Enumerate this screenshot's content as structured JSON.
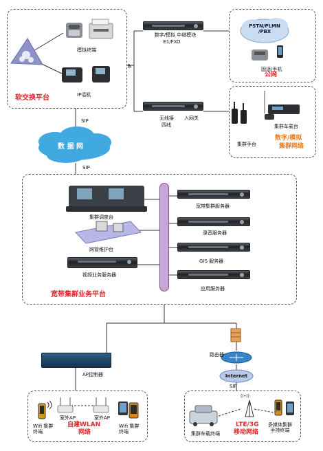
{
  "top": {
    "softswitch_title": "软交换平台",
    "analog_terminal": "模拟终端",
    "ip_phone": "IP话机",
    "ip_label": "IP",
    "trunk_module_line1": "数字/模拟 中继模块",
    "trunk_module_line2": "E1/FXO",
    "wireless_gateway_line1": "无线接",
    "wireless_gateway_line1b": "入网关",
    "wireless_gateway_line2": "四线",
    "pstn_cloud": "PSTN/PLMN\n/PBX",
    "phone_mobile": "固话/手机",
    "public_network": "公网",
    "trunk_vehicle": "集群车载台",
    "trunk_handset": "集群手台",
    "digital_analog_trunk_network_1": "数字/模拟",
    "digital_analog_trunk_network_2": "集群网络"
  },
  "middle": {
    "sip_top": "SIP",
    "data_network": "数 据 网",
    "sip_bottom": "SIP"
  },
  "platform": {
    "dispatch_console": "集群调度台",
    "nms_console": "网管维护台",
    "video_server": "视频业务服务器",
    "broadband_server": "宽带集群服务器",
    "recording_server": "录音服务器",
    "gis_server": "GIS 服务器",
    "app_server": "应用服务器",
    "title": "宽带集群业务平台"
  },
  "bottom": {
    "ap_controller": "AP控制器",
    "router": "路由器",
    "internet": "Internet",
    "sip": "SIP",
    "wifi_terminal_left": "Wifi 集群\n终端",
    "outdoor_ap_1": "室外AP",
    "outdoor_ap_2": "室外AP",
    "wifi_terminal_right": "Wifi 集群\n终端",
    "wlan_1": "自建WLAN",
    "wlan_2": "网络",
    "trunk_vehicle_terminal": "集群车载终端",
    "lte_1": "LTE/3G",
    "lte_2": "移动网络",
    "multimedia_terminal": "多媒体集群\n手持终端",
    "signal_label": "((•))"
  },
  "colors": {
    "red": "#e0262a",
    "orange": "#f07a1a",
    "cloud_blue": "#3fa9e0",
    "bus_purple": "#c7a6d8"
  }
}
